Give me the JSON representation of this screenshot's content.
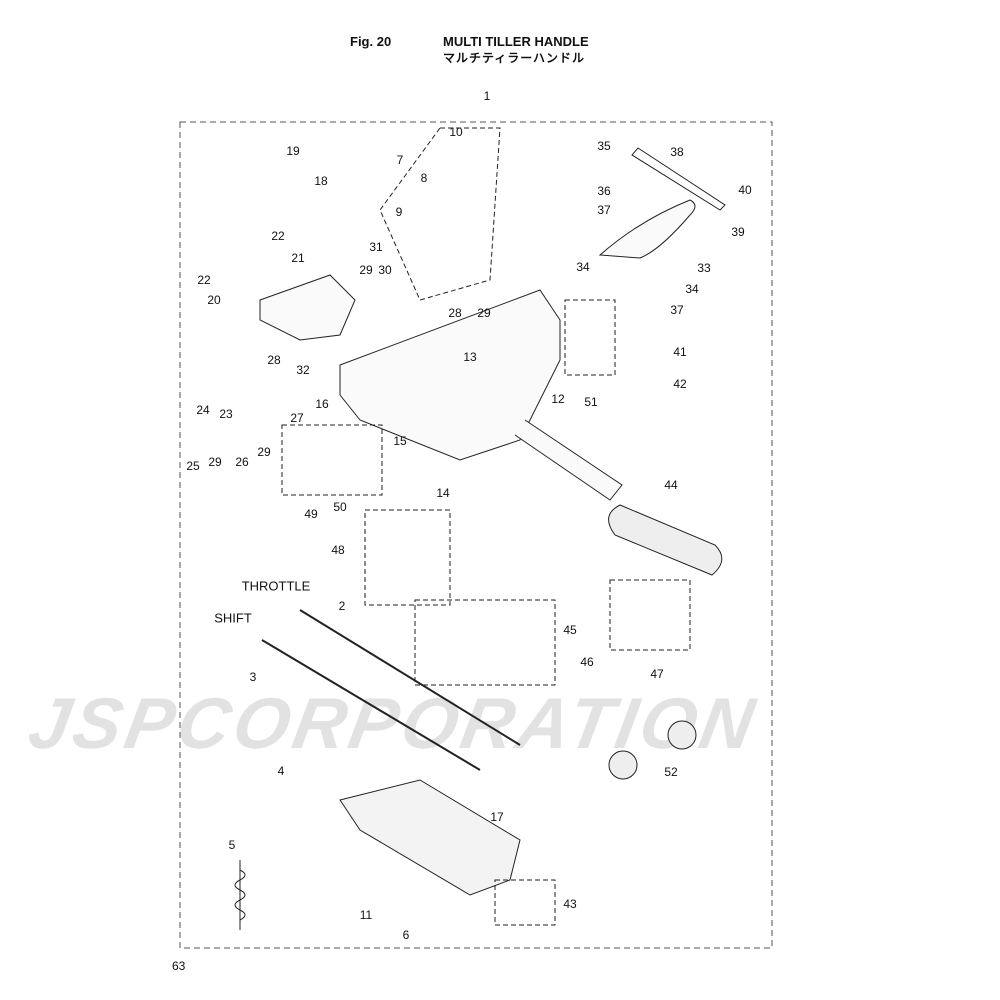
{
  "header": {
    "fig": "Fig. 20",
    "title": "MULTI TILLER HANDLE",
    "title_jp": "マルチティラーハンドル"
  },
  "watermark": "JSPCORPORATION",
  "labels": {
    "throttle": "THROTTLE",
    "shift": "SHIFT"
  },
  "page_number": "63",
  "callouts": [
    "1",
    "10",
    "7",
    "8",
    "9",
    "19",
    "18",
    "22",
    "22",
    "31",
    "21",
    "29",
    "30",
    "20",
    "28",
    "29",
    "28",
    "32",
    "13",
    "24",
    "23",
    "27",
    "16",
    "15",
    "12",
    "25",
    "29",
    "26",
    "29",
    "49",
    "50",
    "14",
    "51",
    "35",
    "38",
    "36",
    "40",
    "37",
    "39",
    "33",
    "34",
    "34",
    "37",
    "41",
    "42",
    "44",
    "48",
    "2",
    "3",
    "45",
    "46",
    "47",
    "52",
    "4",
    "17",
    "5",
    "43",
    "11",
    "6"
  ]
}
